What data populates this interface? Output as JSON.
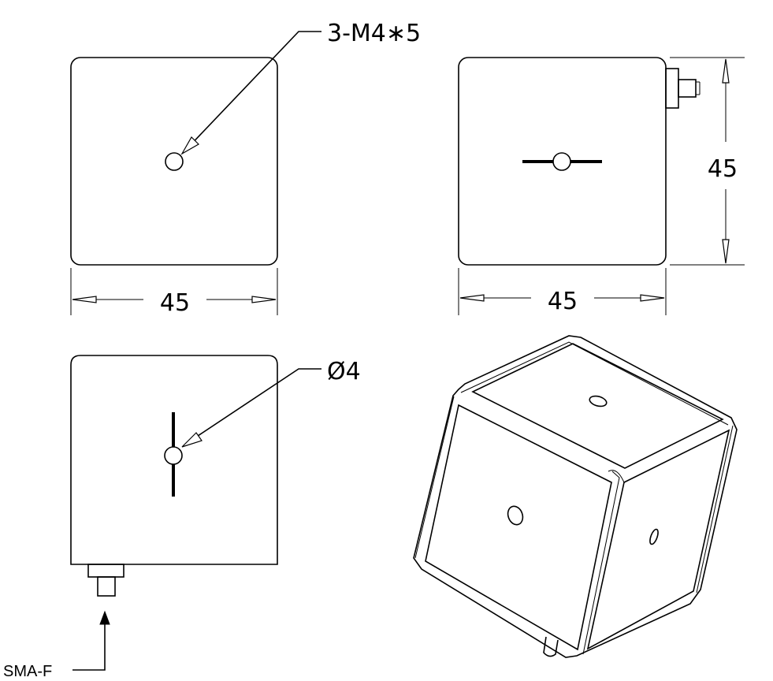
{
  "labels": {
    "hole_callout": "3-M4∗5",
    "diameter_callout": "Ø4",
    "connector": "SMA-F"
  },
  "dimensions": {
    "front_width": "45",
    "side_width": "45",
    "side_height": "45"
  }
}
